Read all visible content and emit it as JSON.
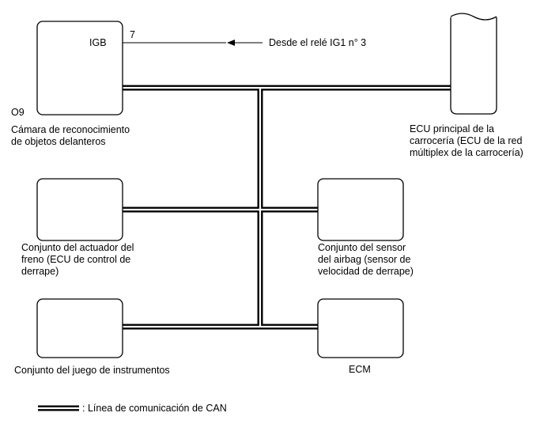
{
  "components": {
    "camera": {
      "code": "O9",
      "terminal_label": "IGB",
      "pin": "7",
      "label_lines": [
        "Cámara de reconocimiento",
        "de objetos delanteros"
      ]
    },
    "body_ecu": {
      "label_lines": [
        "ECU principal de la",
        "carrocería (ECU de la red",
        "múltiplex de la carrocería)"
      ]
    },
    "brake_actuator": {
      "label_lines": [
        "Conjunto del actuador del",
        "freno (ECU de control de",
        "derrape)"
      ]
    },
    "airbag_sensor": {
      "label_lines": [
        "Conjunto del sensor",
        "del airbag (sensor de",
        "velocidad de derrape)"
      ]
    },
    "instruments": {
      "label_lines": [
        "Conjunto del juego de instrumentos"
      ]
    },
    "ecm": {
      "label_lines": [
        "ECM"
      ]
    }
  },
  "power_source": "Desde el relé IG1 n° 3",
  "legend": {
    "text": ": Línea de comunicación de CAN"
  }
}
